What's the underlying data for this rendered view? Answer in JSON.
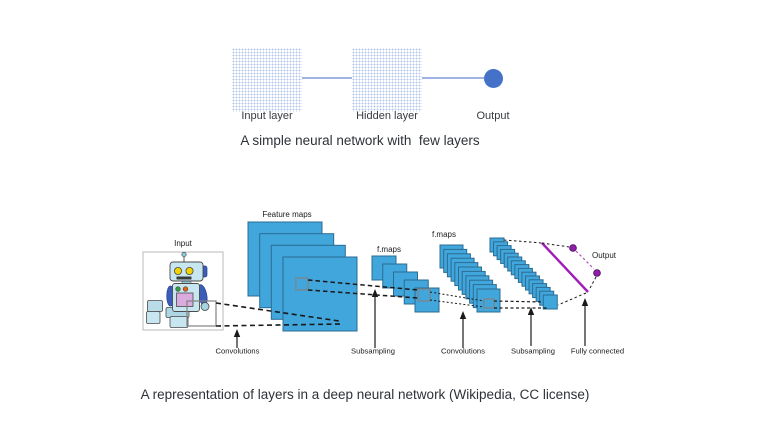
{
  "simple_network": {
    "input_label": "Input layer",
    "hidden_label": "Hidden layer",
    "output_label": "Output",
    "caption": "A simple neural network with  few layers",
    "colors": {
      "dot_pattern": "#b0c5ee",
      "connector_line": "#9db4e4",
      "output_node": "#4472c8"
    }
  },
  "deep_network": {
    "input_label": "Input",
    "feature_maps_label": "Feature maps",
    "fmaps1_label": "f.maps",
    "fmaps2_label": "f.maps",
    "output_label": "Output",
    "stage_labels": [
      "Convolutions",
      "Subsampling",
      "Convolutions",
      "Subsampling",
      "Fully connected"
    ],
    "caption": "A representation of layers in a deep neural network (Wikipedia, CC license)",
    "colors": {
      "map_fill": "#41a6db",
      "map_stroke": "#2a6c92",
      "fully_connected_line": "#a11cb8",
      "output_node": "#8e1fa8",
      "dashed_link": "#1a1a1a"
    }
  }
}
